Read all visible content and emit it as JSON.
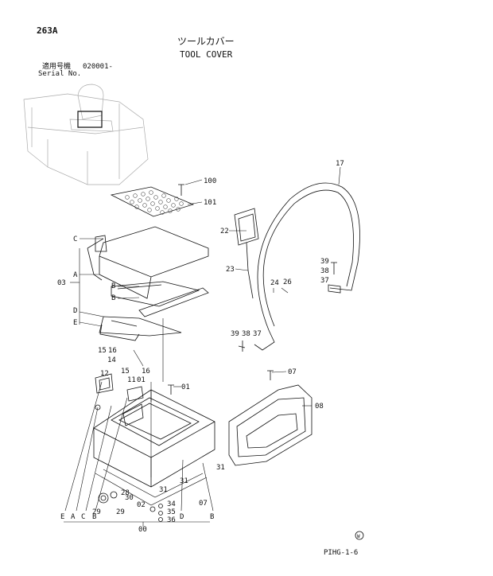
{
  "header": {
    "page_id": "263A",
    "title_jp": "ツールカバー",
    "title_en": "TOOL COVER",
    "serial_label_jp": "適用号機",
    "serial_label_en": "Serial No.",
    "serial_number": "020001-"
  },
  "footer": {
    "code": "PIHG-1-6",
    "logo_mark": "W"
  },
  "callouts": [
    "17",
    "100",
    "101",
    "22",
    "23",
    "24",
    "26",
    "39",
    "38",
    "37",
    "39",
    "38",
    "37",
    "12",
    "11",
    "01",
    "01",
    "07",
    "08",
    "15",
    "16",
    "14",
    "15",
    "16",
    "C",
    "A",
    "B",
    "B",
    "D",
    "E",
    "03",
    "28",
    "30",
    "29",
    "29",
    "02",
    "34",
    "35",
    "36",
    "31",
    "31",
    "31",
    "07",
    "E",
    "A",
    "C",
    "B",
    "D",
    "B",
    "00"
  ]
}
